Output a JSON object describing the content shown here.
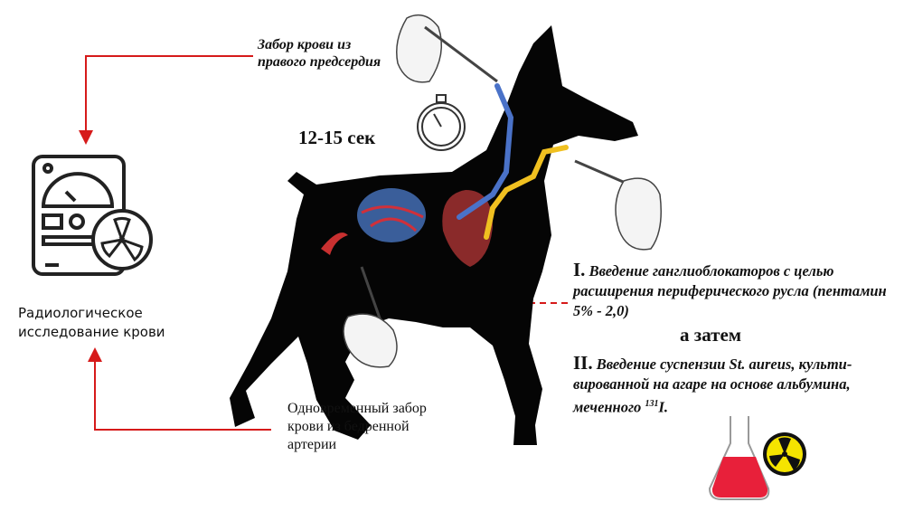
{
  "labels": {
    "atrium_sample": "Забор крови из правого предсердия",
    "time": "12-15 сек",
    "radiology": "Радиологическое исследование крови",
    "femoral_sample": "Одновременный забор крови из бедренной артерии",
    "step1_num": "I.",
    "step1_text": "Введение ганглиоблокаторов с целью расширения периферического русла (пентамин 5% - 2,0)",
    "then": "а затем",
    "step2_num": "II.",
    "step2_text": "Введение суспензии St. aureus, культи-вированной на агаре на основе альбумина, меченного",
    "step2_isotope_sup": "131",
    "step2_isotope": "I."
  },
  "colors": {
    "arrow": "#d61a1a",
    "vein_blue": "#4a72c8",
    "vein_yellow": "#f0c020",
    "flask_liquid": "#e8203a",
    "radiation_yellow": "#f5e400"
  }
}
